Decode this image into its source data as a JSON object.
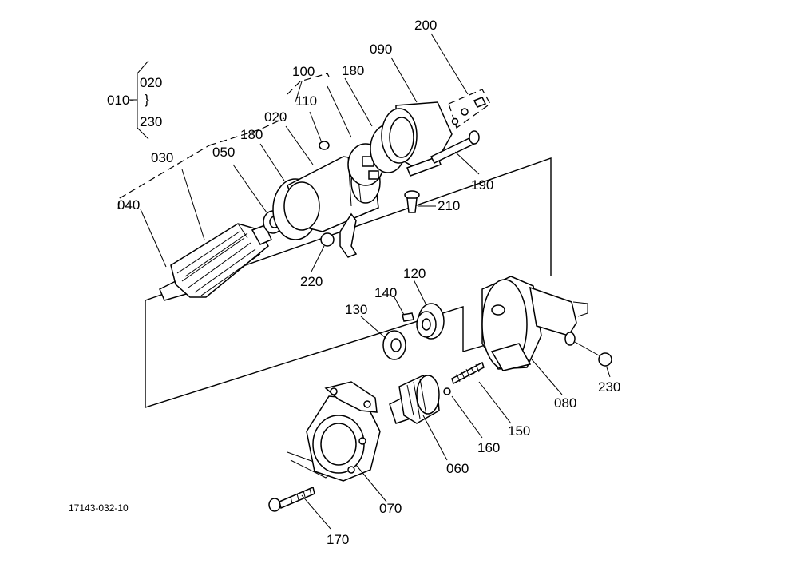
{
  "labels": {
    "p010": "010-",
    "p020": "020",
    "tilde": "}",
    "p230a": "230",
    "p030": "030",
    "p040": "040",
    "p050": "050",
    "p180a": "180",
    "p020b": "020",
    "p100": "100",
    "p110": "110",
    "p180b": "180",
    "p090": "090",
    "p200": "200",
    "p190": "190",
    "p210": "210",
    "p220": "220",
    "p120": "120",
    "p140": "140",
    "p130": "130",
    "p080": "080",
    "p230b": "230",
    "p150": "150",
    "p160": "160",
    "p060": "060",
    "p070": "070",
    "p170": "170"
  },
  "reference": "17143-032-10"
}
